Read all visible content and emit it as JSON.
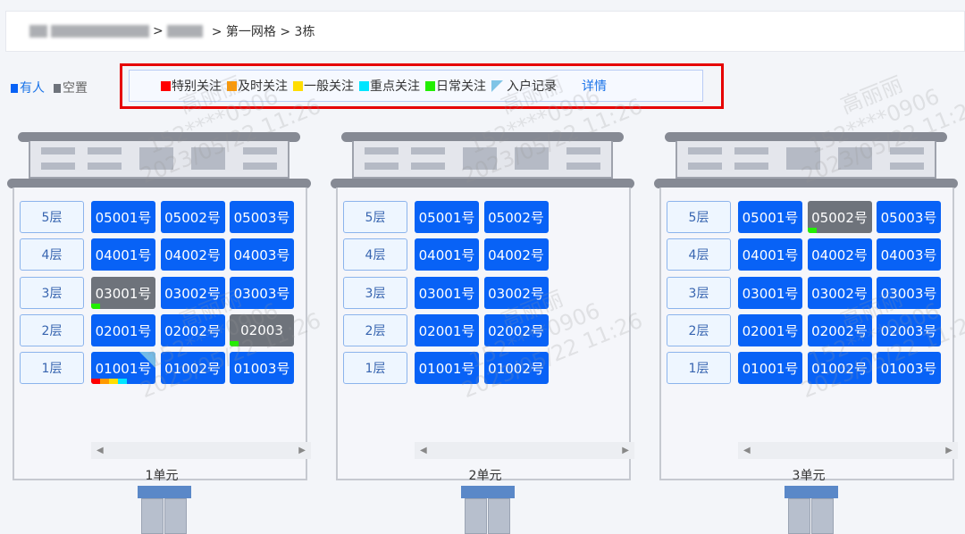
{
  "breadcrumb": {
    "visible": "> 第一网格 > 3栋",
    "sep": ">"
  },
  "occupancy_legend": {
    "occupied": "有人",
    "vacant": "空置",
    "occupied_color": "#0862f6",
    "vacant_color": "#6e737b"
  },
  "attention_legend": {
    "items": [
      {
        "label": "特别关注",
        "color": "#ff0000"
      },
      {
        "label": "及时关注",
        "color": "#ff9900"
      },
      {
        "label": "一般关注",
        "color": "#ffdd00"
      },
      {
        "label": "重点关注",
        "color": "#00e5ff"
      },
      {
        "label": "日常关注",
        "color": "#22ee00"
      }
    ],
    "visit_record": "入户记录",
    "details": "详情"
  },
  "floors": [
    "5层",
    "4层",
    "3层",
    "2层",
    "1层"
  ],
  "units": [
    {
      "label": "1单元",
      "rows": [
        [
          {
            "no": "05001号"
          },
          {
            "no": "05002号"
          },
          {
            "no": "05003号"
          }
        ],
        [
          {
            "no": "04001号"
          },
          {
            "no": "04002号"
          },
          {
            "no": "04003号"
          }
        ],
        [
          {
            "no": "03001号",
            "empty": true,
            "marks": [
              "#22ee00"
            ]
          },
          {
            "no": "03002号"
          },
          {
            "no": "03003号"
          }
        ],
        [
          {
            "no": "02001号"
          },
          {
            "no": "02002号"
          },
          {
            "no": "02003",
            "empty": true,
            "marks": [
              "#22ee00"
            ]
          }
        ],
        [
          {
            "no": "01001号",
            "visited": true,
            "marks": [
              "#ff0000",
              "#ff9900",
              "#ffdd00",
              "#00e5ff"
            ]
          },
          {
            "no": "01002号"
          },
          {
            "no": "01003号"
          }
        ]
      ]
    },
    {
      "label": "2单元",
      "rows": [
        [
          {
            "no": "05001号"
          },
          {
            "no": "05002号"
          }
        ],
        [
          {
            "no": "04001号"
          },
          {
            "no": "04002号"
          }
        ],
        [
          {
            "no": "03001号"
          },
          {
            "no": "03002号"
          }
        ],
        [
          {
            "no": "02001号"
          },
          {
            "no": "02002号"
          }
        ],
        [
          {
            "no": "01001号"
          },
          {
            "no": "01002号"
          }
        ]
      ]
    },
    {
      "label": "3单元",
      "rows": [
        [
          {
            "no": "05001号"
          },
          {
            "no": "05002号",
            "empty": true,
            "marks": [
              "#22ee00"
            ]
          },
          {
            "no": "05003号"
          }
        ],
        [
          {
            "no": "04001号"
          },
          {
            "no": "04002号"
          },
          {
            "no": "04003号"
          }
        ],
        [
          {
            "no": "03001号"
          },
          {
            "no": "03002号"
          },
          {
            "no": "03003号"
          }
        ],
        [
          {
            "no": "02001号"
          },
          {
            "no": "02002号"
          },
          {
            "no": "02003号"
          }
        ],
        [
          {
            "no": "01001号"
          },
          {
            "no": "01002号"
          },
          {
            "no": "01003号"
          }
        ]
      ]
    }
  ],
  "watermark": {
    "name": "高丽丽",
    "phone": "152****0906",
    "time": "2023/05/22 11:26"
  }
}
